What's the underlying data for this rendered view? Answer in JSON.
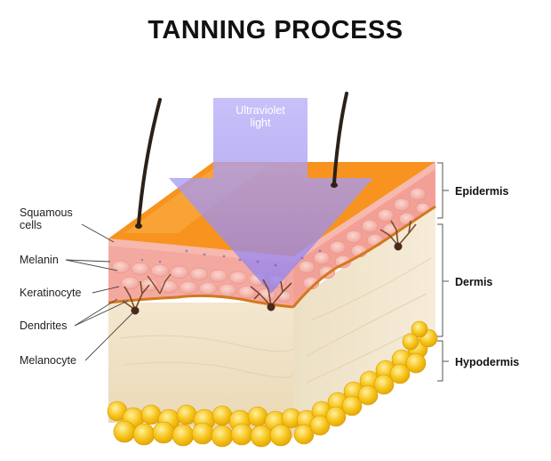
{
  "title": "TANNING PROCESS",
  "uv_label_line1": "Ultraviolet",
  "uv_label_line2": "light",
  "left_labels": {
    "squamous_line1": "Squamous",
    "squamous_line2": "cells",
    "melanin": "Melanin",
    "keratinocyte": "Keratinocyte",
    "dendrites": "Dendrites",
    "melanocyte": "Melanocyte"
  },
  "layer_labels": {
    "epidermis": "Epidermis",
    "dermis": "Dermis",
    "hypodermis": "Hypodermis"
  },
  "colors": {
    "uv": "#9b8cf0",
    "orange": "#f7931e",
    "epidermis": "#f4a9a0",
    "dermis": "#f3e7cf",
    "fat": "#f7c51e",
    "melanocyte": "#4a2a1a"
  }
}
